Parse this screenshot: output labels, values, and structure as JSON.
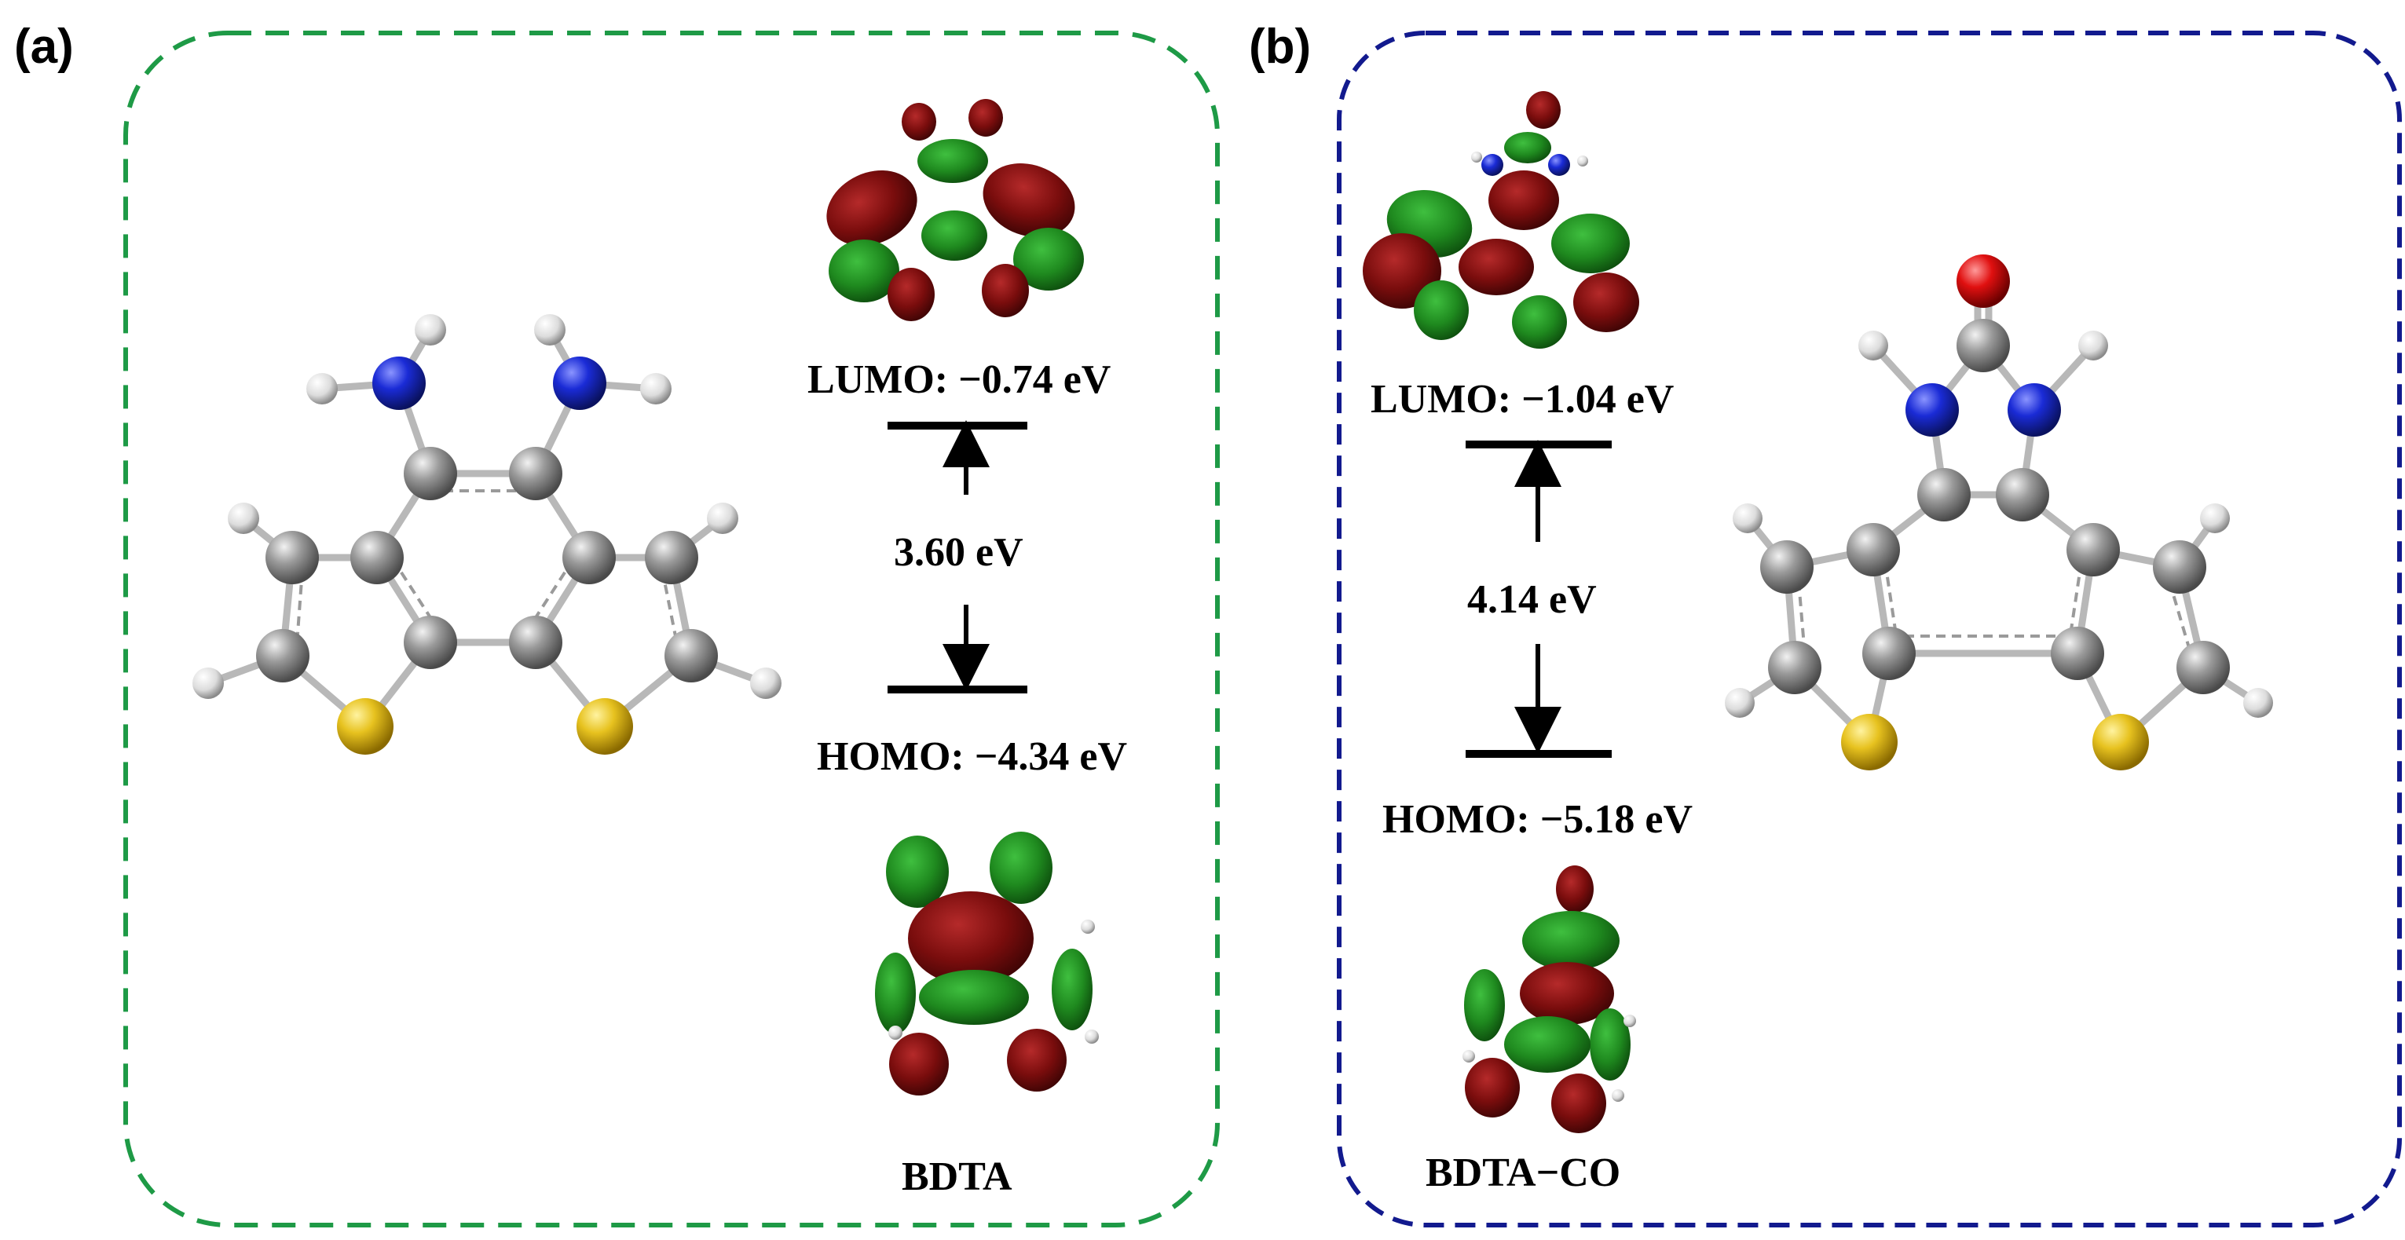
{
  "panels": [
    {
      "label": "(a)",
      "border_color": "#1e9a46",
      "molecule_name": "BDTA",
      "lumo_label": "LUMO: −0.74 eV",
      "homo_label": "HOMO: −4.34 eV",
      "gap_label": "3.60 eV"
    },
    {
      "label": "(b)",
      "border_color": "#121a8e",
      "molecule_name": "BDTA−CO",
      "lumo_label": "LUMO: −1.04 eV",
      "homo_label": "HOMO: −5.18 eV",
      "gap_label": "4.14 eV"
    }
  ],
  "atom_colors": {
    "carbon": "#8c8c8c",
    "hydrogen": "#e8e8e8",
    "nitrogen": "#1a2bd6",
    "sulfur": "#e7c21f",
    "oxygen": "#e01010"
  },
  "orbital_colors": {
    "positive": "#1f8a1f",
    "negative": "#7a0d0d"
  }
}
